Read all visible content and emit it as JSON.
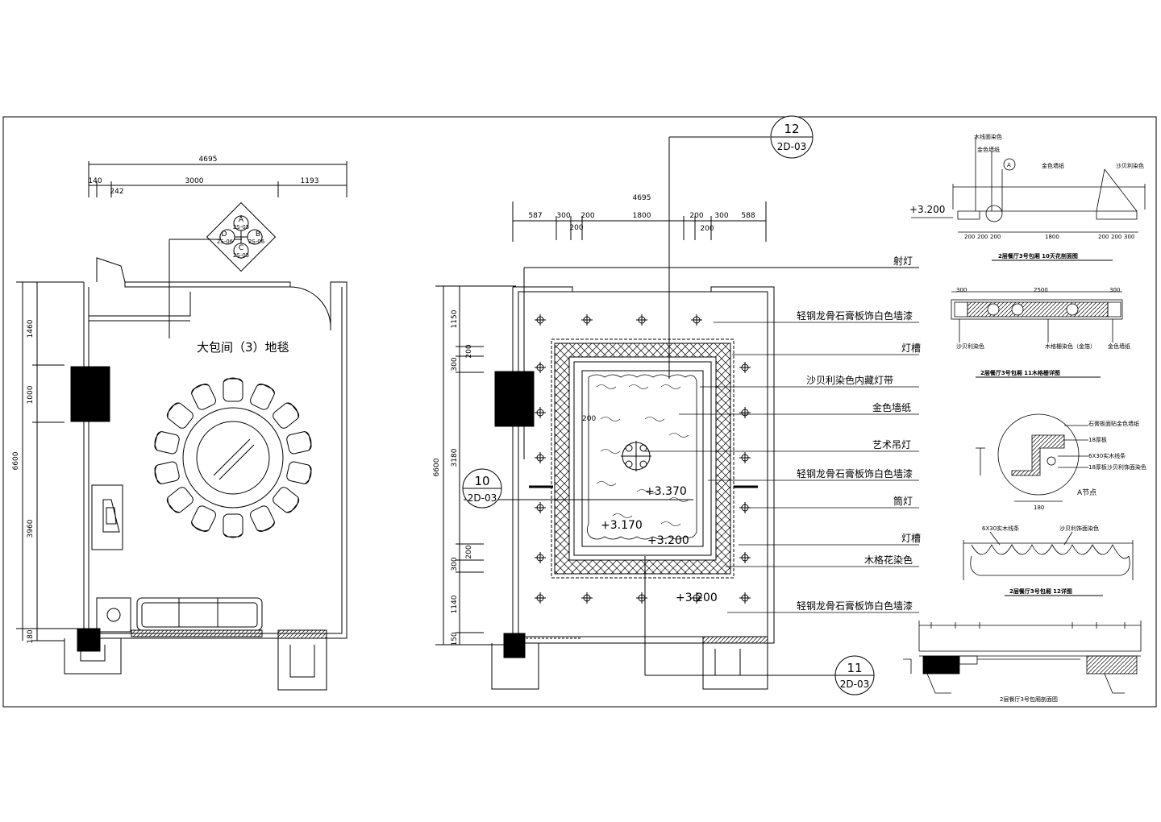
{
  "plan": {
    "title": "大包间（3）地毯",
    "overall_width": "4695",
    "widths": [
      "140",
      "242",
      "3000",
      "1193"
    ],
    "overall_height": "6600",
    "heights": [
      "1460",
      "1000",
      "3960",
      "180"
    ],
    "index_marker": {
      "a": "A",
      "b": "B",
      "c": "C",
      "d": "D",
      "sheet_a": "2S-05",
      "sheet_b": "2S-06",
      "sheet_c": "2S-05",
      "sheet_d": "2S-06"
    }
  },
  "ceiling": {
    "overall_width": "4695",
    "widths": [
      "587",
      "300",
      "200",
      "1800",
      "200",
      "300",
      "588"
    ],
    "sub_widths": [
      "200",
      "200"
    ],
    "overall_height": "6600",
    "heights": [
      "1150",
      "200",
      "300",
      "3180",
      "300",
      "200",
      "1140",
      "150"
    ],
    "levels": [
      "+3.370",
      "+3.170",
      "+3.200",
      "+3.200"
    ],
    "small_dim": "200",
    "callouts": [
      {
        "num": "12",
        "sheet": "2D-03"
      },
      {
        "num": "10",
        "sheet": "2D-03"
      },
      {
        "num": "11",
        "sheet": "2D-03"
      }
    ],
    "labels": [
      "射灯",
      "轻钢龙骨石膏板饰白色墙漆",
      "灯槽",
      "沙贝利染色内藏灯带",
      "金色墙纸",
      "艺术吊灯",
      "轻钢龙骨石膏板饰白色墙漆",
      "筒灯",
      "灯槽",
      "木格花染色",
      "轻钢龙骨石膏板饰白色墙漆"
    ]
  },
  "details": {
    "section10": {
      "title": "2层餐厅3号包厢 10天花剖面图",
      "level": "+3.200",
      "notes": [
        "木线面染色",
        "金色墙纸",
        "金色墙纸",
        "沙贝利染色"
      ],
      "marker": "A",
      "dims": [
        "200",
        "200",
        "200",
        "1800",
        "200",
        "200",
        "300"
      ]
    },
    "section11": {
      "title": "2层餐厅3号包厢 11木格栅详图",
      "dims": [
        "300",
        "2500",
        "300"
      ],
      "notes": [
        "沙贝利染色",
        "木格栅染色（金箔）",
        "金色墙纸"
      ]
    },
    "nodeA": {
      "title": "A节点",
      "notes": [
        "石膏板面贴金色墙纸",
        "18厚板",
        "6X30实木线条",
        "18厚板沙贝利饰面染色"
      ],
      "dim": "180"
    },
    "section12": {
      "title": "2层餐厅3号包厢 12详图",
      "notes": [
        "6X30实木线条",
        "沙贝利饰面染色"
      ]
    },
    "bottom_section": {
      "title": "2层餐厅3号包厢剖面图"
    }
  },
  "colors": {
    "line": "#000000",
    "background": "#ffffff"
  }
}
